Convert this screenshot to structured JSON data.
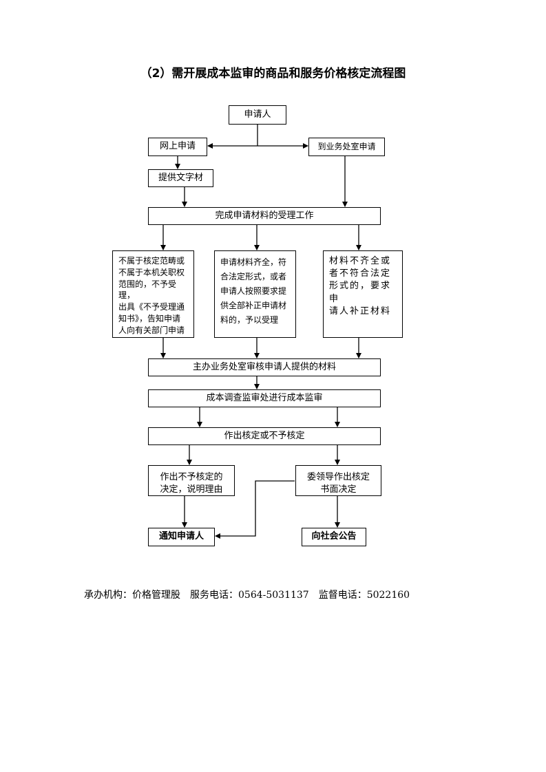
{
  "title": "（2）需开展成本监审的商品和服务价格核定流程图",
  "nodes": {
    "applicant": "申请人",
    "online": "网上申请",
    "office": "到业务处室申请",
    "provide": "提供文字材",
    "complete": "完成申请材料的受理工作",
    "reject_scope": "不属于核定范畴或\n不属于本机关职权\n范围的，不予受理，\n出具《不予受理通\n知书》，告知申请\n人向有关部门申请",
    "accept": "申请材料齐全，符\n合法定形式，或者\n申请人按照要求提\n供全部补正申请材\n料的，予以受理",
    "incomplete": "材料不齐全或\n者不符合法定\n形式的，要求申\n请人补正材料",
    "review": "主办业务处室审核申请人提供的材料",
    "survey": "成本调查监审处进行成本监审",
    "decide": "作出核定或不予核定",
    "no_decision": "作出不予核定的\n决定，说明理由",
    "committee": "委领导作出核定\n书面决定",
    "notify": "通知申请人",
    "announce": "向社会公告"
  },
  "footer": "承办机构：价格管理股　服务电话：0564-5031137　监督电话：5022160"
}
